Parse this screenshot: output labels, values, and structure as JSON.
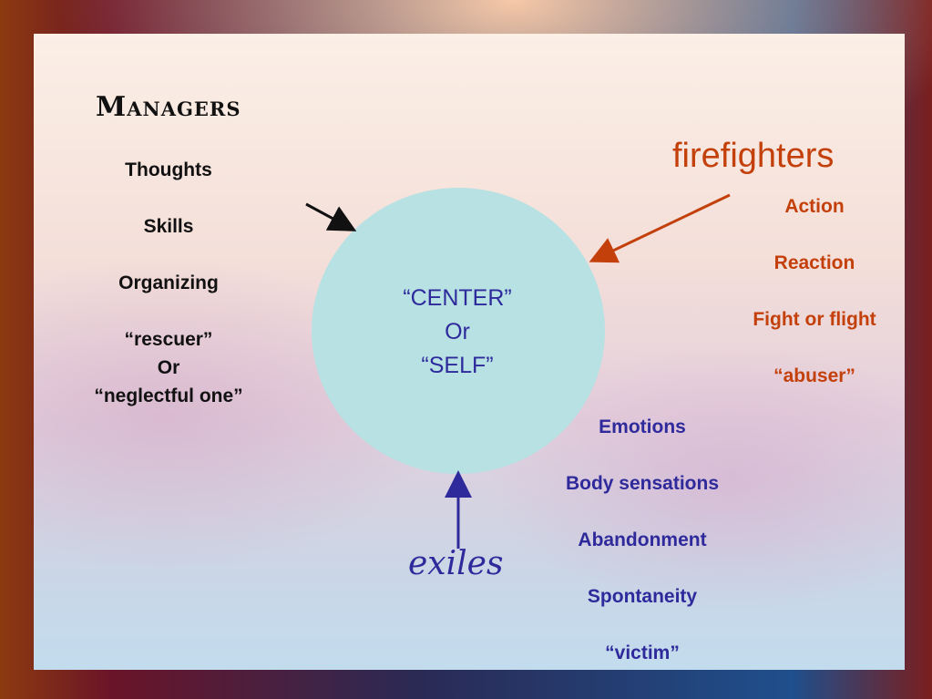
{
  "center": {
    "line1": "“CENTER”",
    "line2": "Or",
    "line3": "“SELF”"
  },
  "managers": {
    "title": "Managers",
    "items": [
      "Thoughts",
      "Skills",
      "Organizing"
    ],
    "role_line1": "“rescuer”",
    "role_line2": "Or",
    "role_line3": "“neglectful one”"
  },
  "firefighters": {
    "title": "firefighters",
    "items": [
      "Action",
      "Reaction",
      "Fight or flight",
      "“abuser”"
    ]
  },
  "exiles": {
    "title": "exiles",
    "items": [
      "Emotions",
      "Body sensations",
      "Abandonment",
      "Spontaneity",
      "“victim”"
    ]
  },
  "colors": {
    "managers": "#111111",
    "firefighters": "#c4400b",
    "exiles": "#2e2a9c",
    "center_circle": "#b7e1e3"
  }
}
